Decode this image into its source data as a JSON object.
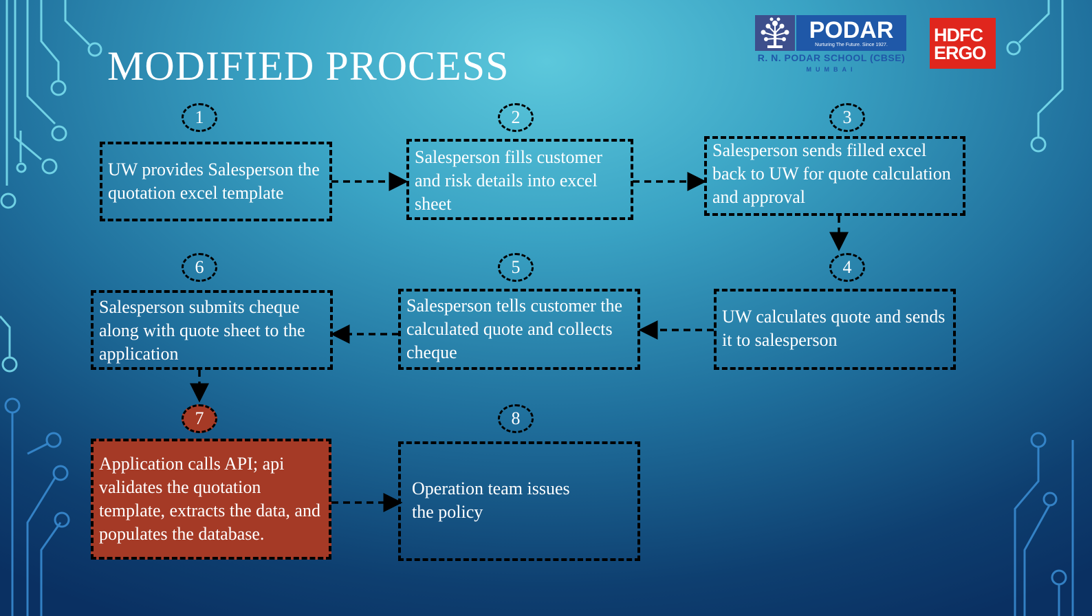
{
  "slide": {
    "title": "MODIFIED PROCESS"
  },
  "logos": {
    "podar": {
      "name": "PODAR",
      "tagline": "Nurturing The Future. Since 1927.",
      "school": "R. N. PODAR SCHOOL (CBSE)",
      "city": "MUMBAI"
    },
    "hdfc": {
      "line1": "HDFC",
      "line2": "ERGO"
    }
  },
  "steps": [
    {
      "number": "1",
      "text": "UW provides Salesperson the quotation excel template"
    },
    {
      "number": "2",
      "text": "Salesperson fills customer and risk details into excel sheet"
    },
    {
      "number": "3",
      "text": "Salesperson sends filled excel back to UW for quote calculation and approval"
    },
    {
      "number": "4",
      "text": "UW calculates quote and sends it to salesperson"
    },
    {
      "number": "5",
      "text": "Salesperson tells customer the calculated quote and collects cheque"
    },
    {
      "number": "6",
      "text": "Salesperson submits cheque along with quote sheet to the application"
    },
    {
      "number": "7",
      "text": "Application calls API; api validates the quotation template, extracts the data, and populates the database."
    },
    {
      "number": "8",
      "text": "Operation team issues the policy"
    }
  ],
  "colors": {
    "highlight": "#a53a26",
    "border": "#000000",
    "text": "#ffffff",
    "hdfc_red": "#e0261d",
    "podar_blue": "#1f58a8"
  }
}
